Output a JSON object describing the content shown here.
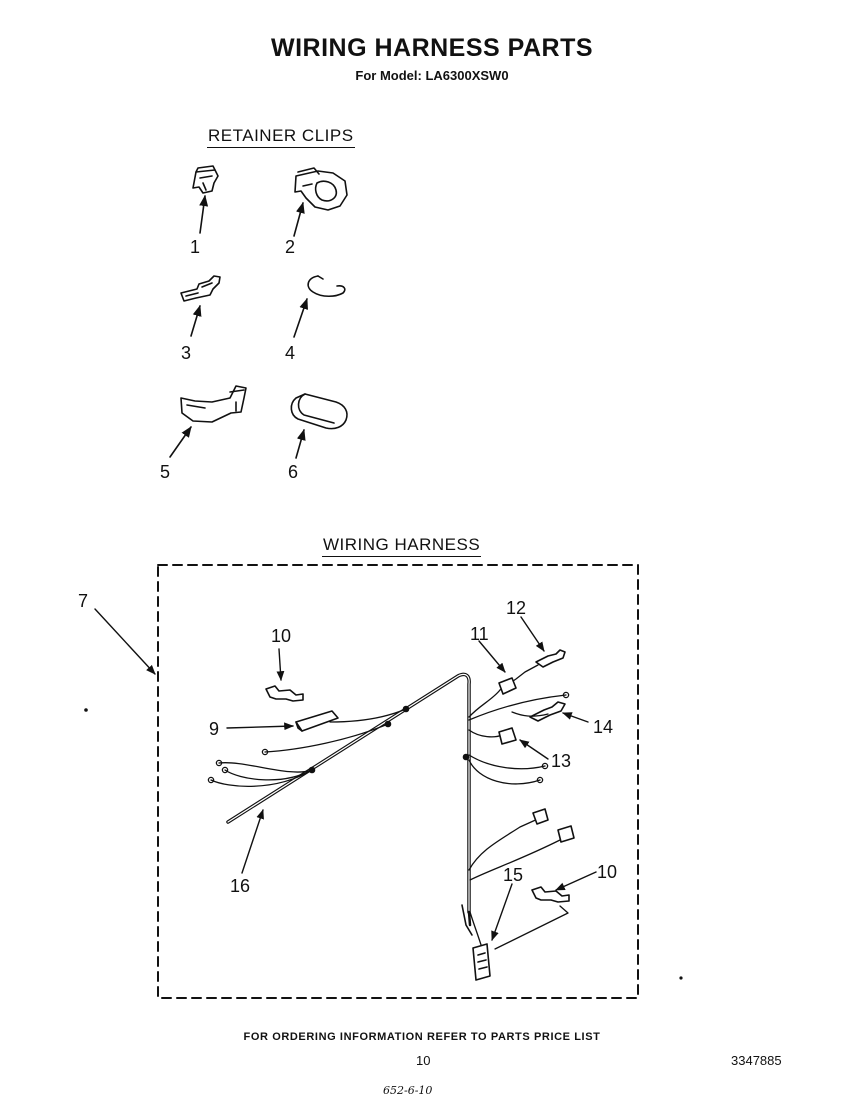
{
  "title": "WIRING HARNESS PARTS",
  "subtitle": "For Model: LA6300XSW0",
  "sections": {
    "retainer_clips": "RETAINER CLIPS",
    "wiring_harness": "WIRING HARNESS"
  },
  "callouts": {
    "c1": "1",
    "c2": "2",
    "c3": "3",
    "c4": "4",
    "c5": "5",
    "c6": "6",
    "c7": "7",
    "c9": "9",
    "c10a": "10",
    "c10b": "10",
    "c11": "11",
    "c12": "12",
    "c13": "13",
    "c14": "14",
    "c15": "15",
    "c16": "16"
  },
  "footer": {
    "note": "FOR ORDERING INFORMATION REFER TO PARTS PRICE LIST",
    "page_number": "10",
    "part_number": "3347885",
    "handwritten_code": "652-6-10"
  },
  "colors": {
    "ink": "#111111",
    "paper": "#ffffff"
  }
}
